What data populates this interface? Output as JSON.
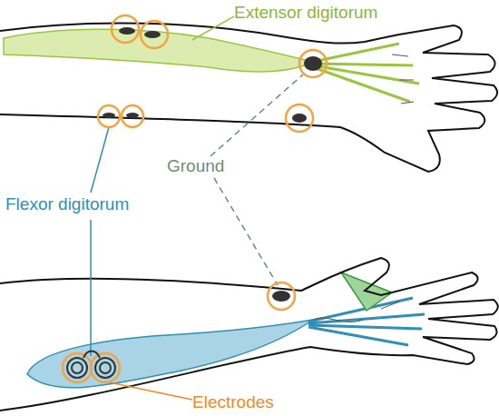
{
  "diagram": {
    "labels": [
      "Extensor digitorum",
      "Ground",
      "Flexor digitorum",
      "Electrodes"
    ]
  }
}
